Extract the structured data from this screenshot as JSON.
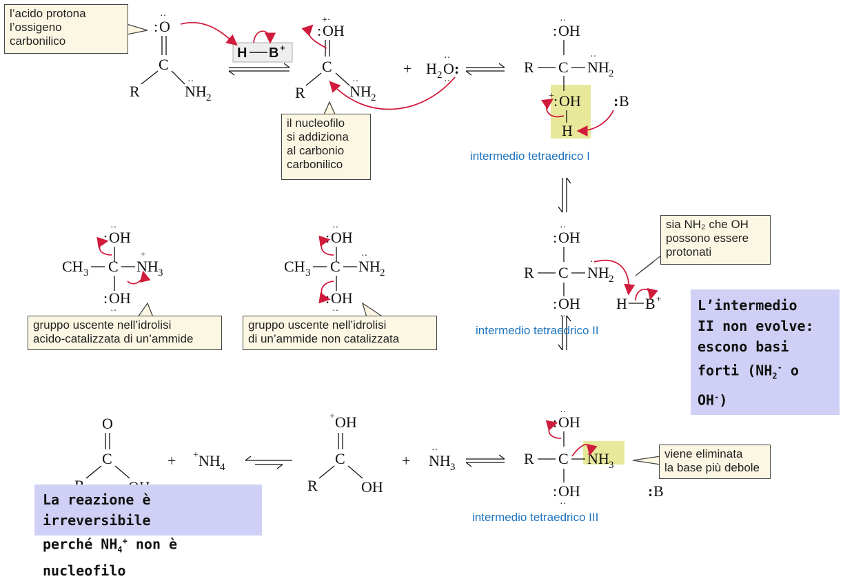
{
  "callouts": {
    "acid_protonates": [
      "l’acido protona",
      "l’ossigeno",
      "carbonilico"
    ],
    "nucleophile_adds": [
      "il nucleofilo",
      "si addiziona",
      "al carbonio",
      "carbonilico"
    ],
    "both_protonated": [
      "sia NH₂ che OH",
      "possono essere",
      "protonati"
    ],
    "leaving_acid": [
      "gruppo uscente nell’idrolisi",
      "acido-catalizzata di un’ammide"
    ],
    "leaving_uncat": [
      "gruppo uscente nell’idrolisi",
      "di un’ammide non catalizzata"
    ],
    "weaker_base": [
      "viene eliminata",
      "la base più debole"
    ]
  },
  "captions": {
    "tetra_1": "intermedio tetraedrico I",
    "tetra_2": "intermedio tetraedrico II",
    "tetra_3": "intermedio tetraedrico III"
  },
  "notes": {
    "intermediate_2": {
      "l1": "L’intermedio",
      "l2": "II non evolve:",
      "l3": "escono basi",
      "l4": "forti (NH",
      "sub": "2",
      "sup": "-",
      "l4b": " o",
      "l5": "OH",
      "l5sup": "-",
      "l5b": ")"
    },
    "irreversible": {
      "l1": "La reazione è irreversibile",
      "l2a": "perché NH",
      "sub": "4",
      "sup": "+",
      "l2b": " non è nucleofilo"
    }
  },
  "labels": {
    "O": "O",
    "OH": "OH",
    "C": "C",
    "R": "R",
    "H": "H",
    "B": "B",
    "plus": "+",
    "NH2": "NH",
    "NH3": "NH",
    "two": "2",
    "three": "3",
    "four": "4",
    "H2O": "H",
    "ch3": "CH",
    "dots": ":",
    "nh4": "NH"
  },
  "colors": {
    "arrow": "#d01c3c",
    "highlight": "#e8e89a",
    "caption": "#1e73be",
    "callout_bg": "#fcf7e3",
    "note_bg": "#d0d0f6"
  }
}
